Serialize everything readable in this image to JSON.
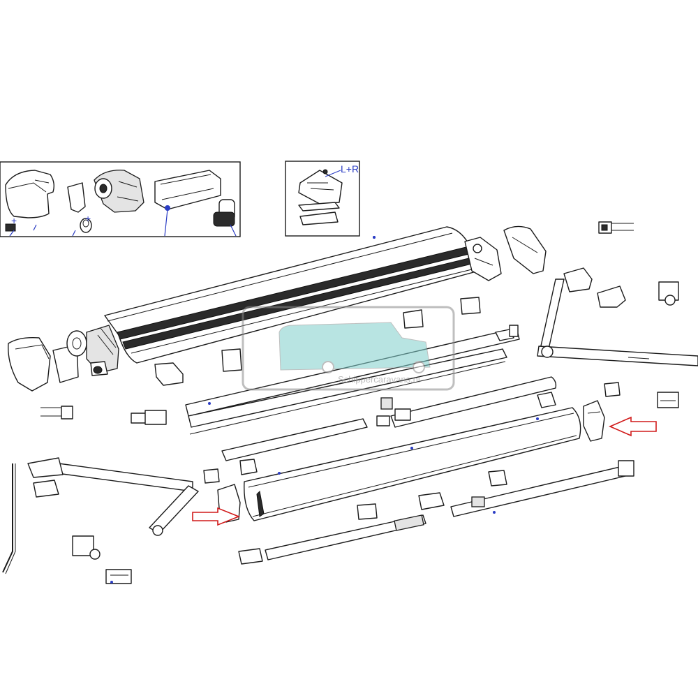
{
  "inset_right": {
    "label": "L+R"
  },
  "inset_left": {
    "plus_marks": [
      "+",
      "+"
    ]
  },
  "watermark": {
    "text": "Schippercaravans.nl"
  },
  "colors": {
    "line": "#1a1a1a",
    "leader": "#2a3cc4",
    "highlight_arrow": "#d11a1a",
    "watermark": "#8a8a8a"
  },
  "highlight_arrows": [
    {
      "name": "highlight-arrow-right-end-cap",
      "direction": "left"
    },
    {
      "name": "highlight-arrow-left-end-cap",
      "direction": "right"
    }
  ]
}
